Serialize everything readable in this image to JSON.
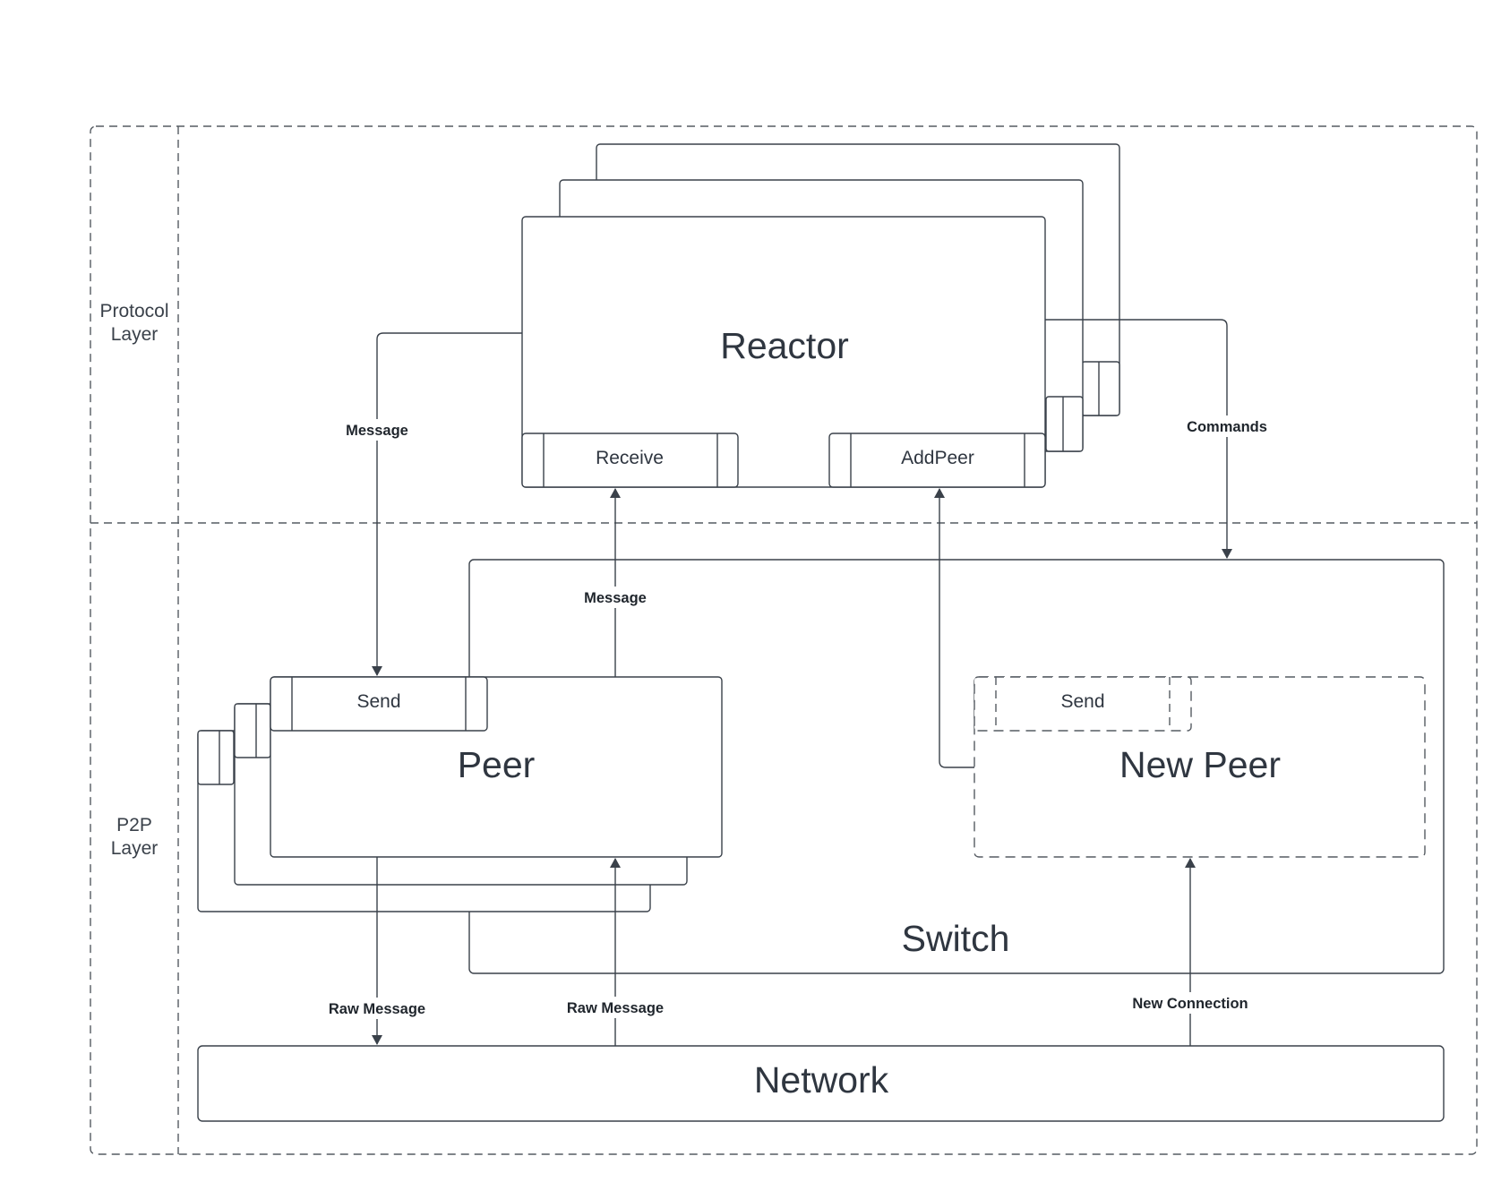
{
  "lanes": {
    "protocol": [
      "Protocol",
      "Layer"
    ],
    "p2p": [
      "P2P",
      "Layer"
    ]
  },
  "nodes": {
    "reactor": "Reactor",
    "receive": "Receive",
    "addpeer": "AddPeer",
    "peer": "Peer",
    "peer_send": "Send",
    "new_peer": "New Peer",
    "new_peer_send": "Send",
    "switch": "Switch",
    "network": "Network"
  },
  "edges": {
    "reactor_to_send": "Message",
    "peer_to_receive": "Message",
    "reactor_to_switch": "Commands",
    "peer_to_network": "Raw Message",
    "network_to_peer": "Raw Message",
    "network_to_newpeer": "New Connection"
  },
  "colors": {
    "stroke": "#3a414a",
    "text": "#2f3640",
    "background": "#ffffff"
  }
}
